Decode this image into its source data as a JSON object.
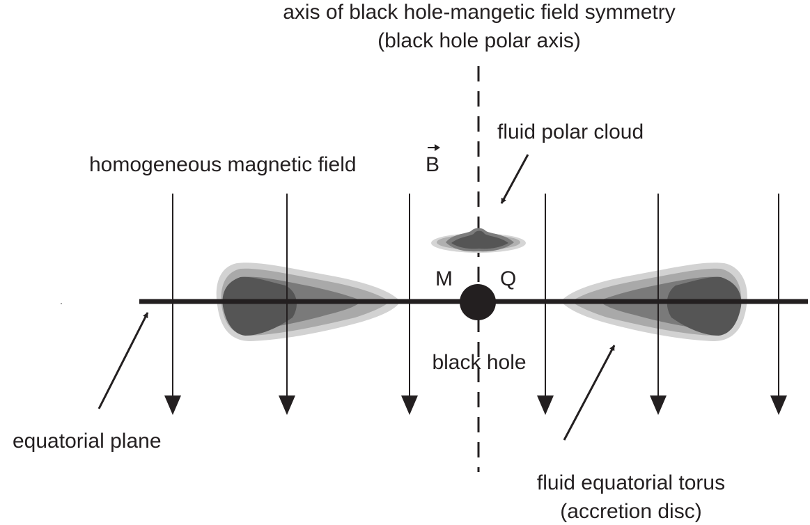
{
  "labels": {
    "axis_line1": "axis of black hole-mangetic field symmetry",
    "axis_line2": "(black hole polar axis)",
    "polar_cloud": "fluid polar cloud",
    "magnetic_field": "homogeneous magnetic field",
    "field_symbol": "B",
    "mass": "M",
    "charge": "Q",
    "black_hole": "black hole",
    "equatorial_plane": "equatorial plane",
    "torus_line1": "fluid equatorial torus",
    "torus_line2": "(accretion disc)"
  },
  "colors": {
    "ink": "#231f20",
    "torus_light": "#cfcfcf",
    "torus_mid": "#9a9a9a",
    "torus_dark": "#555555"
  }
}
